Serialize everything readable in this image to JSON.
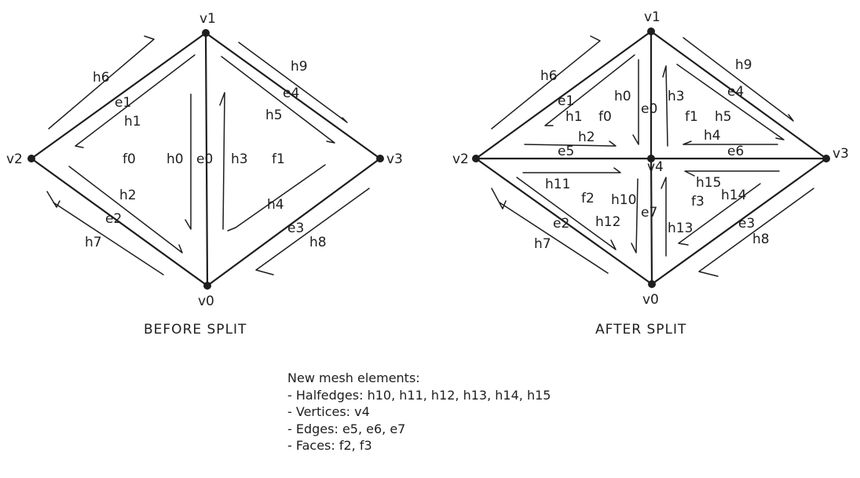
{
  "before": {
    "caption": "BEFORE SPLIT",
    "vertices": [
      "v0",
      "v1",
      "v2",
      "v3"
    ],
    "edges": [
      "e0",
      "e1",
      "e2",
      "e3",
      "e4"
    ],
    "faces": [
      "f0",
      "f1"
    ],
    "halfedges": [
      "h0",
      "h1",
      "h2",
      "h3",
      "h4",
      "h5",
      "h6",
      "h7",
      "h8",
      "h9"
    ]
  },
  "after": {
    "caption": "AFTER SPLIT",
    "vertices": [
      "v0",
      "v1",
      "v2",
      "v3",
      "v4"
    ],
    "edges": [
      "e0",
      "e1",
      "e2",
      "e3",
      "e4",
      "e5",
      "e6",
      "e7"
    ],
    "faces": [
      "f0",
      "f1",
      "f2",
      "f3"
    ],
    "halfedges": [
      "h0",
      "h1",
      "h2",
      "h3",
      "h4",
      "h5",
      "h6",
      "h7",
      "h8",
      "h9",
      "h10",
      "h11",
      "h12",
      "h13",
      "h14",
      "h15"
    ]
  },
  "notes": {
    "title": "New mesh elements:",
    "items": [
      "- Halfedges: h10, h11, h12, h13, h14, h15",
      "- Vertices: v4",
      "- Edges: e5, e6, e7",
      "- Faces: f2, f3"
    ]
  }
}
